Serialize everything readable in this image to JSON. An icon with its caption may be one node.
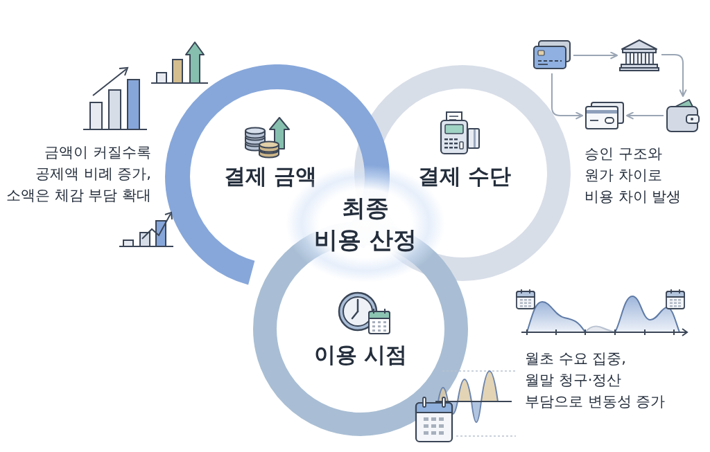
{
  "diagram": {
    "nodes": [
      {
        "text": [
          "결제 금액"
        ],
        "beside": [
          "금액이 커질수록 공제액 비례 증가, 소액은 체감 부담 확대"
        ]
      },
      {
        "text": [
          "결제 수단"
        ],
        "beside": [
          "승인 구조와 원가 차이로 비용 차이 발생"
        ]
      },
      {
        "text": [
          "이용 시점"
        ]
      },
      {
        "text": [
          "최종 비용 산정"
        ]
      },
      {
        "text": [],
        "shape": "picture"
      },
      {
        "text": [],
        "shape": "picture"
      },
      {
        "text": [],
        "shape": "picture"
      },
      {
        "text": [],
        "shape": "picture"
      }
    ],
    "edges": [
      {
        "from": 4,
        "to": 5,
        "arrow": "to"
      },
      {
        "from": 5,
        "to": 6,
        "arrow": "to"
      },
      {
        "from": 6,
        "to": 7,
        "arrow": "to"
      },
      {
        "from": 4,
        "to": 7,
        "arrow": "to"
      }
    ],
    "labels": [
      "월초 수요 집중, 월말 청구·정산 부담으로 변동성 증가"
    ]
  }
}
